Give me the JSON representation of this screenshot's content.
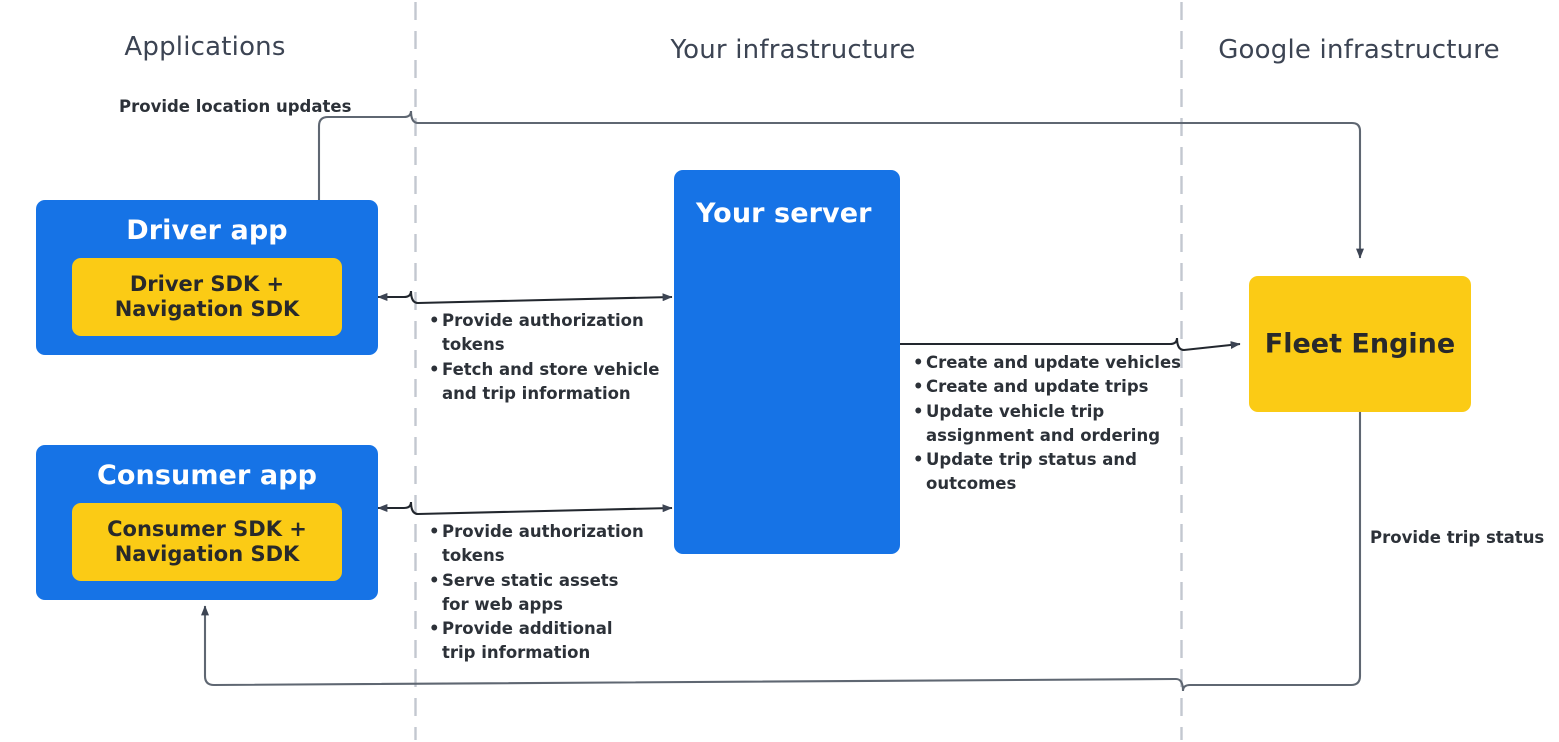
{
  "columns": [
    {
      "id": "applications",
      "label": "Applications"
    },
    {
      "id": "your-infrastructure",
      "label": "Your infrastructure"
    },
    {
      "id": "google-infrastructure",
      "label": "Google infrastructure"
    }
  ],
  "nodes": {
    "driver_app": {
      "title": "Driver app",
      "sdk": "Driver SDK +\nNavigation SDK"
    },
    "consumer_app": {
      "title": "Consumer app",
      "sdk": "Consumer SDK +\nNavigation SDK"
    },
    "your_server": {
      "title": "Your server"
    },
    "fleet_engine": {
      "title": "Fleet Engine"
    }
  },
  "annotations": {
    "location_updates": "Provide location updates",
    "trip_status": "Provide trip status",
    "driver_server_bullets": [
      "Provide authorization\ntokens",
      "Fetch and store vehicle\nand trip information"
    ],
    "consumer_server_bullets": [
      "Provide authorization\ntokens",
      "Serve static assets\nfor web apps",
      "Provide additional\ntrip information"
    ],
    "server_fleet_bullets": [
      "Create and update vehicles",
      "Create and update trips",
      "Update vehicle trip\nassignment and ordering",
      "Update trip status and\noutcomes"
    ]
  },
  "colors": {
    "app_blue": "#1673e6",
    "sdk_yellow": "#fbcb15",
    "fleet_yellow": "#fbcb15",
    "line": "#5f6772",
    "divider": "#c3c8d0",
    "header_text": "#3c4453",
    "note_text": "#2c3138"
  }
}
